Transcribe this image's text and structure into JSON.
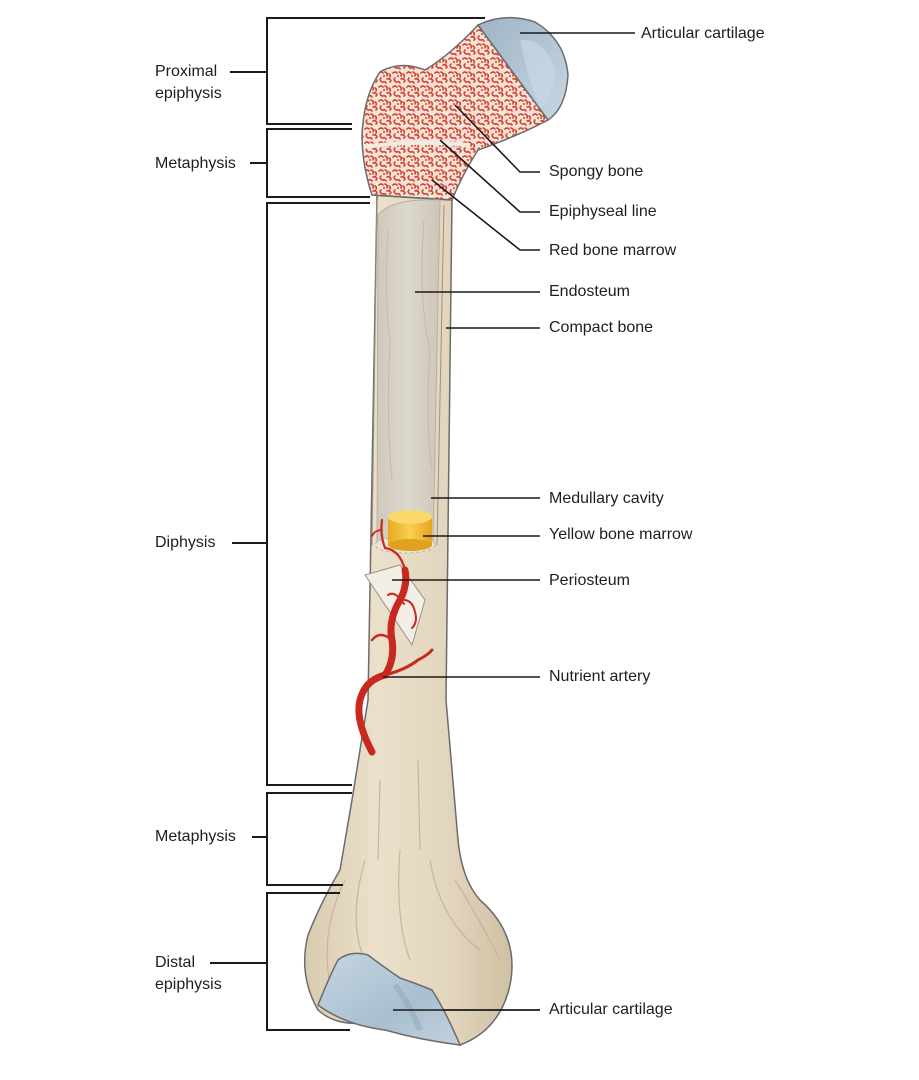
{
  "figure": {
    "title": "Anatomy of a long bone (femur)",
    "colors": {
      "spongy_bone_bg": "#f0ddd3",
      "red_marrow": "#d6442c",
      "compact_bone": "#ece6da",
      "medullary_cavity": "#d9d4c8",
      "shaft_outer": "#e3d6bd",
      "cartilage": "#b8cbd9",
      "cartilage_dark": "#98aebf",
      "yellow_marrow": "#f5c542",
      "artery": "#c8281e",
      "outline": "#6b6b6b",
      "leader": "#1a1a1a"
    }
  },
  "regions_left": [
    {
      "id": "proximal-epiphysis",
      "label_line1": "Proximal",
      "label_line2": "epiphysis"
    },
    {
      "id": "metaphysis-proximal",
      "label_line1": "Metaphysis",
      "label_line2": ""
    },
    {
      "id": "diaphysis",
      "label_line1": "Diphysis",
      "label_line2": ""
    },
    {
      "id": "metaphysis-distal",
      "label_line1": "Metaphysis",
      "label_line2": ""
    },
    {
      "id": "distal-epiphysis",
      "label_line1": "Distal",
      "label_line2": "epiphysis"
    }
  ],
  "structures_right": [
    {
      "id": "articular-cartilage-top",
      "label": "Articular cartilage"
    },
    {
      "id": "spongy-bone",
      "label": "Spongy bone"
    },
    {
      "id": "epiphyseal-line",
      "label": "Epiphyseal line"
    },
    {
      "id": "red-bone-marrow",
      "label": "Red bone marrow"
    },
    {
      "id": "endosteum",
      "label": "Endosteum"
    },
    {
      "id": "compact-bone",
      "label": "Compact bone"
    },
    {
      "id": "medullary-cavity",
      "label": "Medullary cavity"
    },
    {
      "id": "yellow-bone-marrow",
      "label": "Yellow bone marrow"
    },
    {
      "id": "periosteum",
      "label": "Periosteum"
    },
    {
      "id": "nutrient-artery",
      "label": "Nutrient artery"
    },
    {
      "id": "articular-cartilage-bottom",
      "label": "Articular cartilage"
    }
  ]
}
